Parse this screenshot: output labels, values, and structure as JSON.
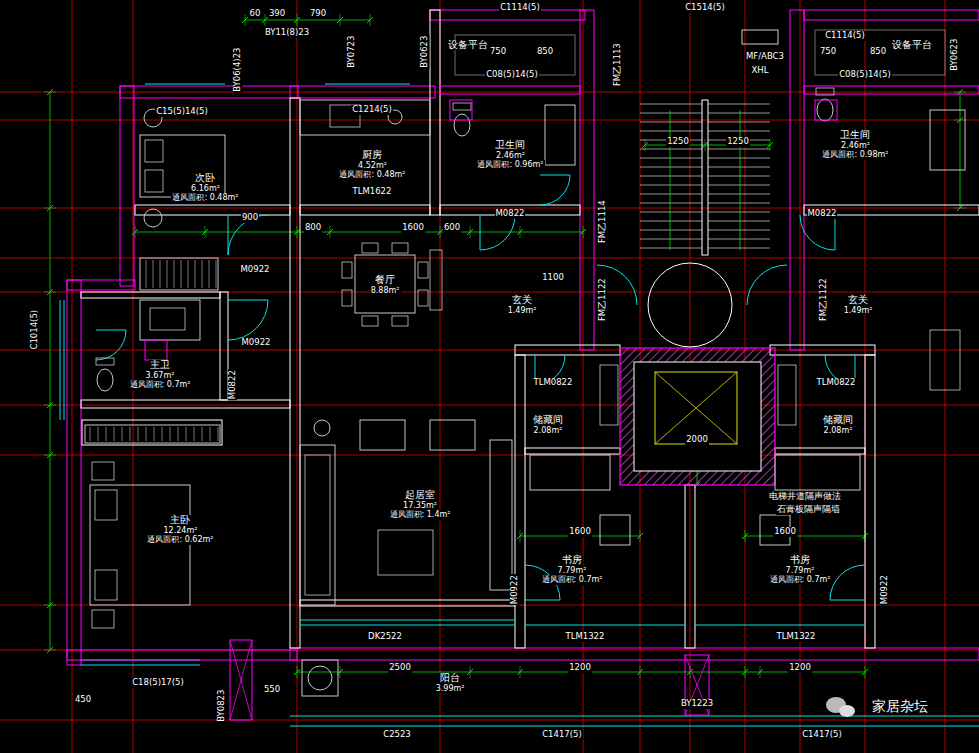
{
  "diagram": {
    "nodes": [
      {
        "text": [
          "设备平台"
        ]
      },
      {
        "text": [
          "设备平台"
        ]
      },
      {
        "text": [
          "次卧",
          "6.16m²",
          "通风面积: 0.48m²"
        ]
      },
      {
        "text": [
          "厨房",
          "4.52m²",
          "通风面积: 0.48m²"
        ]
      },
      {
        "text": [
          "卫生间",
          "2.46m²",
          "通风面积: 0.96m²"
        ]
      },
      {
        "text": [
          "卫生间",
          "2.46m²",
          "通风面积: 0.98m²"
        ]
      },
      {
        "text": [
          "餐厅",
          "8.88m²"
        ]
      },
      {
        "text": [
          "玄关",
          "1.49m²"
        ]
      },
      {
        "text": [
          "玄关",
          "1.49m²"
        ]
      },
      {
        "text": [
          "主卫",
          "3.67m²",
          "通风面积: 0.7m²"
        ]
      },
      {
        "text": [
          "储藏间",
          "2.08m²"
        ]
      },
      {
        "text": [
          "储藏间",
          "2.08m²"
        ]
      },
      {
        "text": [
          "起居室",
          "17.35m²",
          "通风面积: 1.4m²"
        ]
      },
      {
        "text": [
          "主卧",
          "12.24m²",
          "通风面积: 0.62m²"
        ]
      },
      {
        "text": [
          "书房",
          "7.79m²",
          "通风面积: 0.7m²"
        ]
      },
      {
        "text": [
          "书房",
          "7.79m²",
          "通风面积: 0.7m²"
        ]
      },
      {
        "text": [
          "阳台",
          "3.99m²"
        ]
      }
    ],
    "labels": [
      "60",
      "390",
      "790",
      "C1114(5)",
      "C1514(5)",
      "BY11(8)23",
      "BY06(4)23",
      "BY0723",
      "C15(5)14(5)",
      "C1214(5)",
      "750",
      "850",
      "C08(5)14(5)",
      "BY0623",
      "FM乙1113",
      "MF/ABC3",
      "XHL",
      "750",
      "850",
      "C1114(5)",
      "C08(5)14(5)",
      "BY0623",
      "TLM1622",
      "M0922",
      "M0922",
      "M0822",
      "M0822",
      "M0822",
      "FM乙1114",
      "FM乙1122",
      "FM乙1122",
      "TLM0822",
      "TLM0822",
      "C1014(5)",
      "DK2522",
      "TLM1322",
      "TLM1322",
      "M0922",
      "M0922",
      "C18(5)17(5)",
      "BY0823",
      "C2523",
      "C1417(5)",
      "BY1223",
      "C1417(5)",
      "800",
      "1600",
      "600",
      "900",
      "1250",
      "1250",
      "1100",
      "2000",
      "1600",
      "1600",
      "2500",
      "1200",
      "1200",
      "450",
      "550",
      "电梯井道隔声做法",
      "石膏板隔声隔墙",
      "家居杂坛"
    ]
  }
}
